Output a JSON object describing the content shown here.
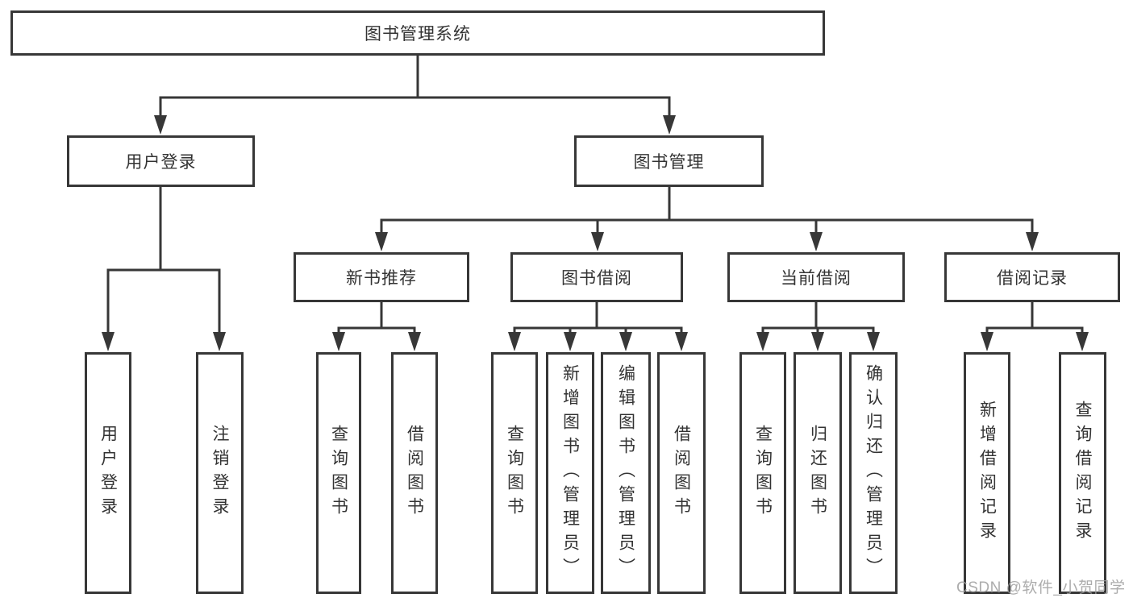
{
  "tree": {
    "root": {
      "label": "图书管理系统",
      "children": [
        {
          "label": "用户登录",
          "children": [
            {
              "label": "用户登录"
            },
            {
              "label": "注销登录"
            }
          ]
        },
        {
          "label": "图书管理",
          "children": [
            {
              "label": "新书推荐",
              "children": [
                {
                  "label": "查询图书"
                },
                {
                  "label": "借阅图书"
                }
              ]
            },
            {
              "label": "图书借阅",
              "children": [
                {
                  "label": "查询图书"
                },
                {
                  "label": "新增图书（管理员）"
                },
                {
                  "label": "编辑图书（管理员）"
                },
                {
                  "label": "借阅图书"
                }
              ]
            },
            {
              "label": "当前借阅",
              "children": [
                {
                  "label": "查询图书"
                },
                {
                  "label": "归还图书"
                },
                {
                  "label": "确认归还（管理员）"
                }
              ]
            },
            {
              "label": "借阅记录",
              "children": [
                {
                  "label": "新增借阅记录"
                },
                {
                  "label": "查询借阅记录"
                }
              ]
            }
          ]
        }
      ]
    }
  },
  "watermark": {
    "text": "CSDN @软件_小贺同学",
    "color": "#9e9e9e"
  },
  "colors": {
    "background": "#ffffff",
    "line": "#373737",
    "text": "#333333"
  }
}
